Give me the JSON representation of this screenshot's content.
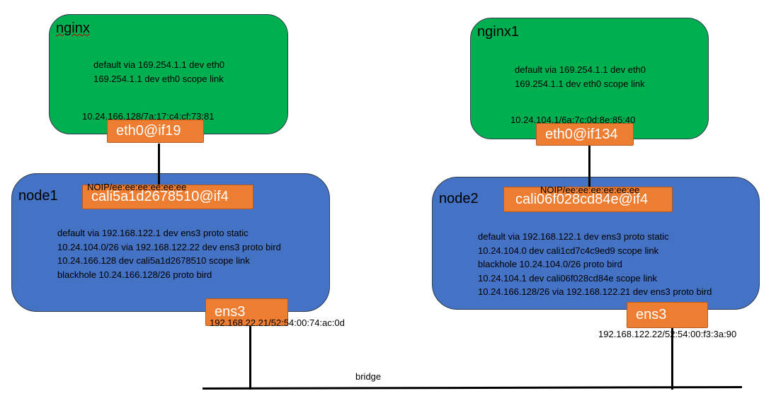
{
  "pod1": {
    "name": "nginx",
    "routes": [
      "default via 169.254.1.1 dev eth0",
      "169.254.1.1 dev eth0  scope link"
    ],
    "mac_label": "10.24.166.128/7a:17:c4:cf:73:81",
    "iface": "eth0@if19"
  },
  "pod2": {
    "name": "nginx1",
    "routes": [
      "default via 169.254.1.1 dev eth0",
      "169.254.1.1 dev eth0  scope link"
    ],
    "mac_label": "10.24.104.1/6a:7c:0d:8e:85:40",
    "iface": "eth0@if134"
  },
  "node1": {
    "name": "node1",
    "noip_label": "NOIP/ee:ee:ee:ee:ee:ee",
    "cali_iface": "cali5a1d2678510@if4",
    "routes": [
      "default via 192.168.122.1 dev ens3 proto static",
      "10.24.104.0/26 via 192.168.122.22 dev ens3 proto bird",
      "10.24.166.128 dev cali5a1d2678510 scope link",
      "blackhole 10.24.166.128/26 proto bird"
    ],
    "ens_iface": "ens3",
    "ens_label": "192.168.22.21/52:54:00:74:ac:0d"
  },
  "node2": {
    "name": "node2",
    "noip_label": "NOIP/ee:ee:ee:ee:ee:ee",
    "cali_iface": "cali06f028cd84e@if4",
    "routes": [
      "default via 192.168.122.1 dev ens3 proto static",
      "10.24.104.0 dev cali1cd7c4c9ed9 scope link",
      "blackhole 10.24.104.0/26 proto bird",
      "10.24.104.1 dev cali06f028cd84e scope link",
      "10.24.166.128/26 via 192.168.122.21 dev ens3 proto bird"
    ],
    "ens_iface": "ens3",
    "ens_label": "192.168.122.22/52:54:00:f3:3a:90"
  },
  "bridge_label": "bridge",
  "colors": {
    "pod_fill": "#00b050",
    "node_fill": "#4472c4",
    "iface_fill": "#ed7d31"
  }
}
